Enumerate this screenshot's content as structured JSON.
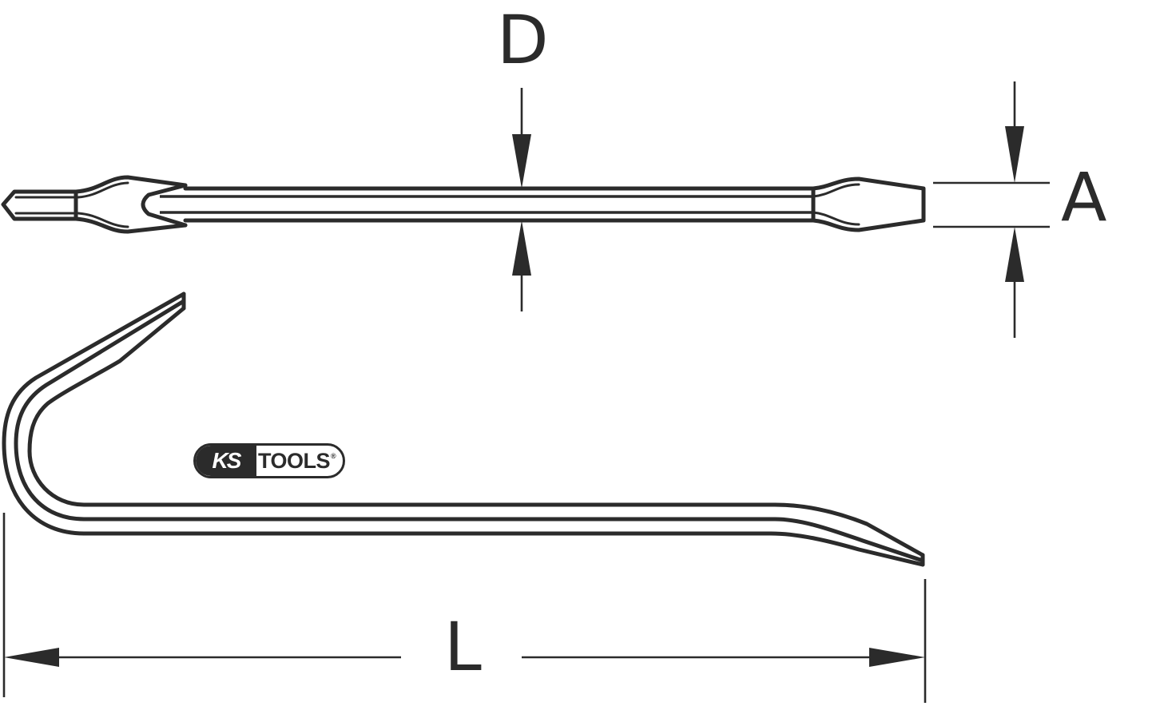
{
  "drawing": {
    "subject": "pry bar / crowbar technical dimension drawing",
    "views": [
      "top-view-straight-bar",
      "side-view-hooked-bar"
    ],
    "line_color": "#2b2b2b",
    "background": "#ffffff"
  },
  "dimensions": {
    "d": {
      "label": "D",
      "meaning": "shaft diameter"
    },
    "a": {
      "label": "A",
      "meaning": "blade width"
    },
    "l": {
      "label": "L",
      "meaning": "overall length"
    }
  },
  "logo": {
    "brand_left": "KS",
    "brand_right": "TOOLS",
    "registered_mark": "®"
  }
}
